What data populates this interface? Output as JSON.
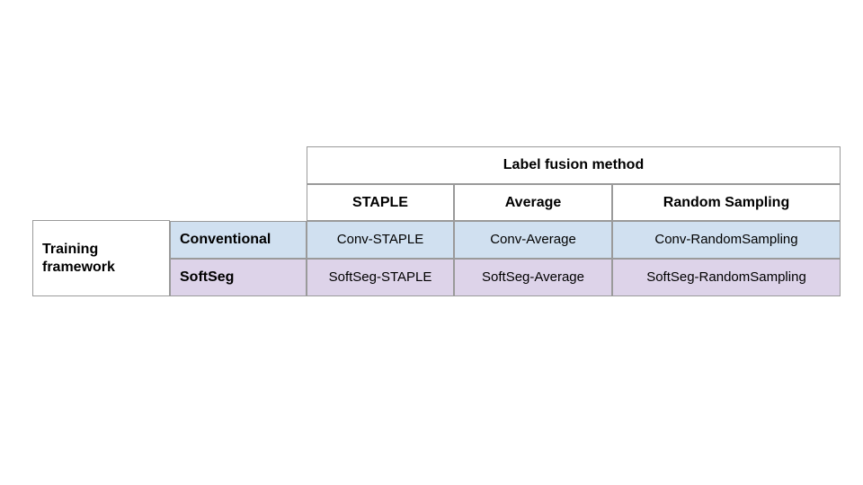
{
  "figure": {
    "column_group": {
      "label": "Label fusion method",
      "columns": [
        {
          "key": "staple",
          "label": "STAPLE"
        },
        {
          "key": "average",
          "label": "Average"
        },
        {
          "key": "random",
          "label": "Random Sampling"
        }
      ]
    },
    "row_group": {
      "label": "Training\nframework",
      "rows": [
        {
          "key": "conventional",
          "label": "Conventional",
          "color": "#d0e0f0"
        },
        {
          "key": "softseg",
          "label": "SoftSeg",
          "color": "#ddd3e9"
        }
      ]
    },
    "cells": {
      "conventional": {
        "staple": "Conv-STAPLE",
        "average": "Conv-Average",
        "random": "Conv-RandomSampling"
      },
      "softseg": {
        "staple": "SoftSeg-STAPLE",
        "average": "SoftSeg-Average",
        "random": "SoftSeg-RandomSampling"
      }
    },
    "colors": {
      "background": "#ffffff",
      "border": "#9a9a9a",
      "text": "#000000",
      "row_conventional": "#d0e0f0",
      "row_softseg": "#ddd3e9",
      "header_fill": "#ffffff"
    }
  }
}
